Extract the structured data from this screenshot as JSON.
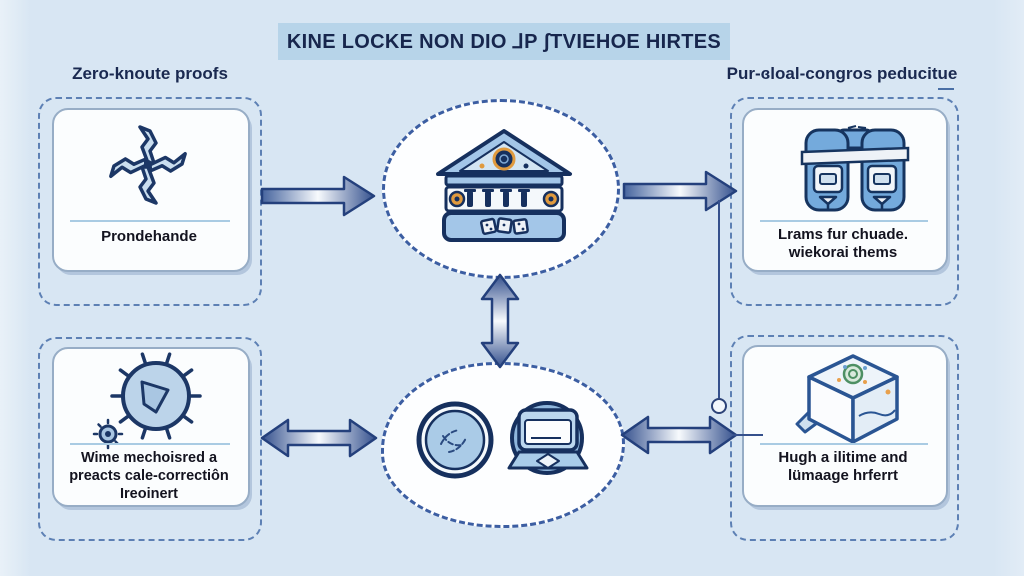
{
  "title": "KINE LOCKE NON DIO ⅃P ʃTVIEHOE HIRTES",
  "columns": {
    "left_header": "Zero-knoute proofs",
    "right_header": "Pur-ɞloal-congros peducitue"
  },
  "boxes": {
    "top_left": {
      "icon": "pinwheel-icon",
      "lines": [
        "Prondehande"
      ]
    },
    "top_right": {
      "icon": "binoculars-icon",
      "lines": [
        "Lrams fur chuade.",
        "wiekorai thems"
      ]
    },
    "bottom_left": {
      "icon": "virus-icon",
      "lines": [
        "Wime mechoisred a",
        "preacts cale-correctiôn",
        "Ireoinert"
      ]
    },
    "bottom_right": {
      "icon": "cube-magnifier-icon",
      "lines": [
        "Hugh a ilitime and",
        "lümaage hrferrt"
      ]
    }
  },
  "center_nodes": {
    "top": {
      "icon": "bank-building-icon"
    },
    "bottom": {
      "icons": [
        "coin-icon",
        "laptop-icon"
      ]
    }
  },
  "connectors": {
    "top_left_to_center": "single-right-arrow",
    "center_to_top_right": "single-right-arrow",
    "center_vertical": "double-vertical-arrow",
    "bottom_left_to_center": "double-horizontal-arrow",
    "center_to_bottom_right": "double-horizontal-arrow",
    "right_side": "line-with-circle-terminal"
  },
  "colors": {
    "background": "#d8e6f3",
    "title_background": "#b7d4e9",
    "text": "#17264d",
    "dashed_border": "#5d80b4",
    "node_border": "#3c5ea2",
    "arrow_dark": "#35518e",
    "arrow_outline": "#24407c",
    "divider": "#a9cbe3",
    "icon_navy": "#1c3766",
    "icon_blue": "#74aadc",
    "accent_orange": "#e09a3e"
  }
}
